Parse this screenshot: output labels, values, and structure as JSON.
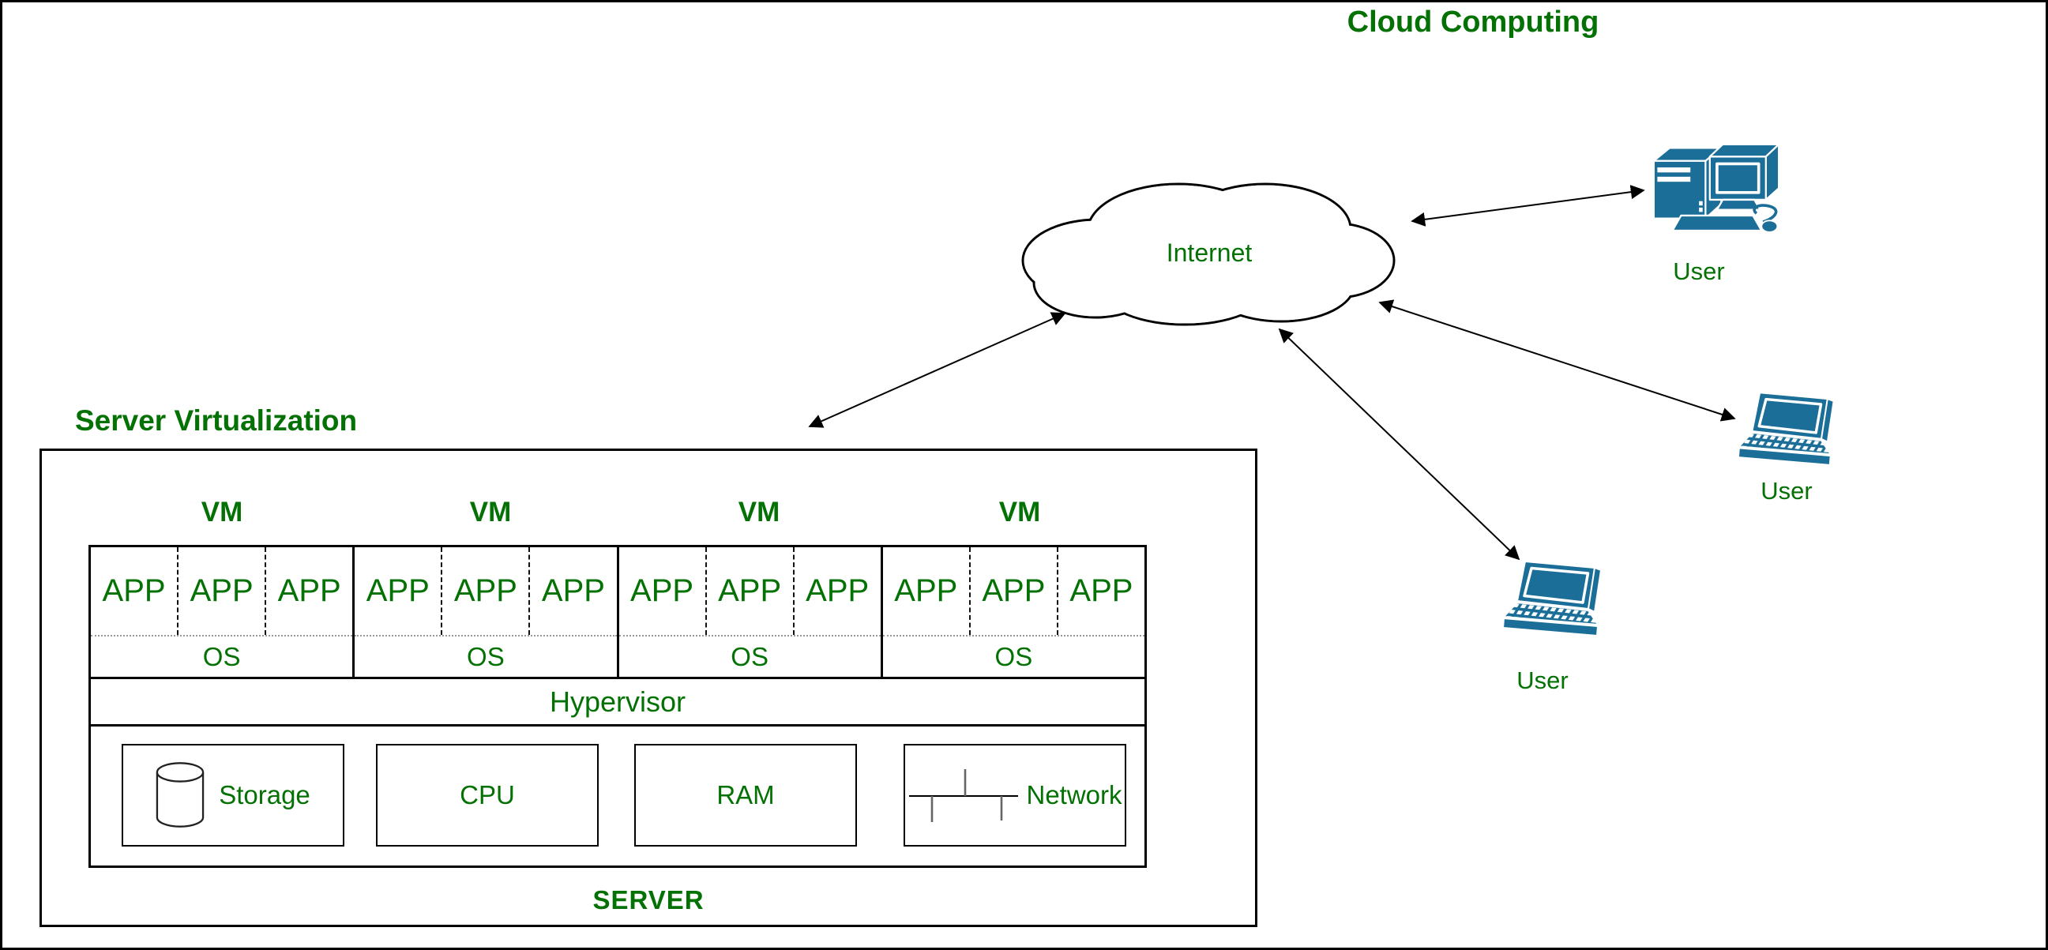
{
  "page": {
    "title": "Cloud Computing"
  },
  "colors": {
    "green": "#047104",
    "blue": "#1B6E98",
    "line": "#000000"
  },
  "cloud": {
    "label": "Internet",
    "icon": "cloud-shape"
  },
  "server_virtualization": {
    "label": "Server Virtualization",
    "server_label": "SERVER",
    "hypervisor_label": "Hypervisor",
    "vms": [
      {
        "label": "VM",
        "apps": [
          "APP",
          "APP",
          "APP"
        ],
        "os": "OS"
      },
      {
        "label": "VM",
        "apps": [
          "APP",
          "APP",
          "APP"
        ],
        "os": "OS"
      },
      {
        "label": "VM",
        "apps": [
          "APP",
          "APP",
          "APP"
        ],
        "os": "OS"
      },
      {
        "label": "VM",
        "apps": [
          "APP",
          "APP",
          "APP"
        ],
        "os": "OS"
      }
    ],
    "hardware": [
      {
        "label": "Storage",
        "icon": "storage-cylinder-icon"
      },
      {
        "label": "CPU",
        "icon": ""
      },
      {
        "label": "RAM",
        "icon": ""
      },
      {
        "label": "Network",
        "icon": "network-bus-icon"
      }
    ]
  },
  "users": [
    {
      "label": "User",
      "icon": "desktop-computer-icon"
    },
    {
      "label": "User",
      "icon": "laptop-icon"
    },
    {
      "label": "User",
      "icon": "laptop-icon"
    }
  ]
}
